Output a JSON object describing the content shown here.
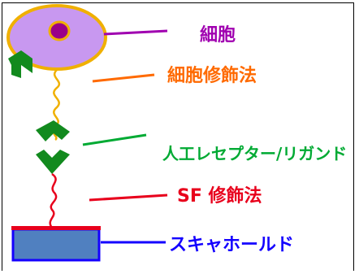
{
  "labels": {
    "cell": "細胞",
    "cell_modification": "細胞修飾法",
    "receptor_ligand": "人工レセプター/リガンド",
    "sf_modification": "SF 修飾法",
    "scaffold": "スキャホールド"
  },
  "colors": {
    "cell_label": "#a000b0",
    "cell_mod_label": "#ff6a00",
    "receptor_label": "#00aa33",
    "sf_label": "#e8001c",
    "scaffold_label": "#1400ff",
    "cell_body": "#c898f0",
    "cell_outline": "#f0b000",
    "nucleus": "#9a0088",
    "nucleus_ring": "#f0b000",
    "chevron": "#128a1e",
    "scaffold_fill": "#5080c0",
    "scaffold_top": "#e8001c"
  }
}
